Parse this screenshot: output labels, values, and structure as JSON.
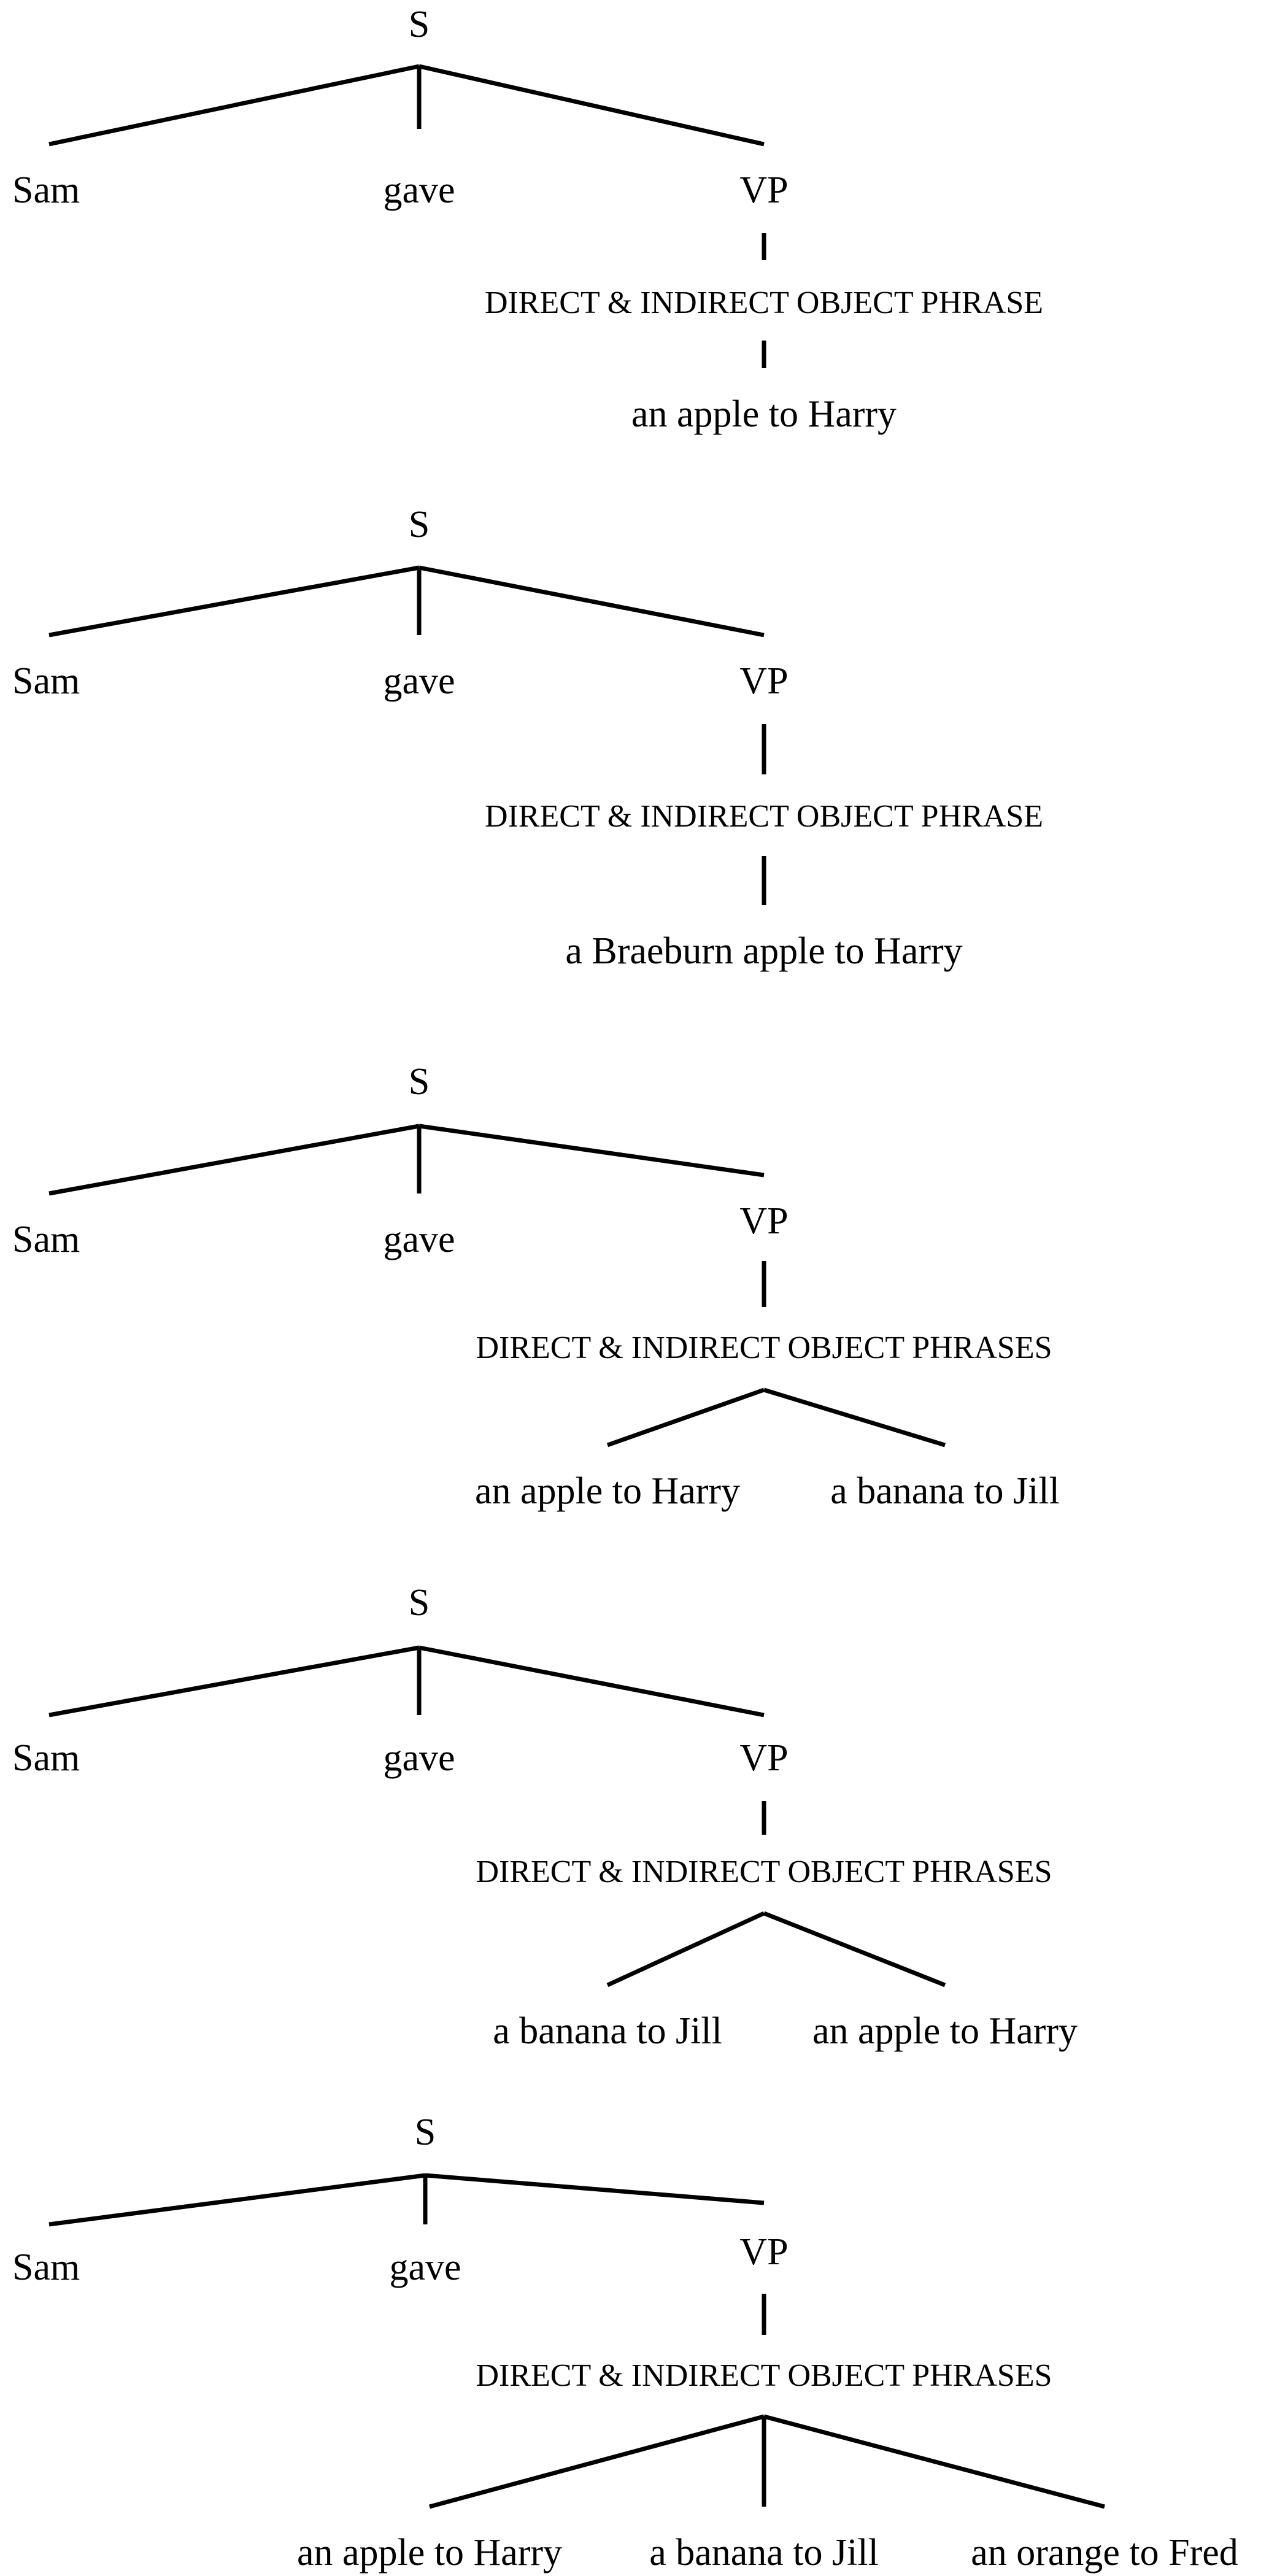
{
  "trees": [
    {
      "root": "S",
      "subject": "Sam",
      "verb": "gave",
      "vp": "VP",
      "phrase": "DIRECT & INDIRECT OBJECT PHRASE",
      "objects": [
        "an apple to Harry"
      ]
    },
    {
      "root": "S",
      "subject": "Sam",
      "verb": "gave",
      "vp": "VP",
      "phrase": "DIRECT & INDIRECT OBJECT PHRASE",
      "objects": [
        "a Braeburn apple to Harry"
      ]
    },
    {
      "root": "S",
      "subject": "Sam",
      "verb": "gave",
      "vp": "VP",
      "phrase": "DIRECT & INDIRECT OBJECT PHRASES",
      "objects": [
        "an apple to Harry",
        "a banana to Jill"
      ]
    },
    {
      "root": "S",
      "subject": "Sam",
      "verb": "gave",
      "vp": "VP",
      "phrase": "DIRECT & INDIRECT OBJECT PHRASES",
      "objects": [
        "a banana to Jill",
        "an apple to Harry"
      ]
    },
    {
      "root": "S",
      "subject": "Sam",
      "verb": "gave",
      "vp": "VP",
      "phrase": "DIRECT & INDIRECT OBJECT PHRASES",
      "objects": [
        "an apple to Harry",
        "a banana to Jill",
        "an orange to Fred"
      ]
    }
  ]
}
